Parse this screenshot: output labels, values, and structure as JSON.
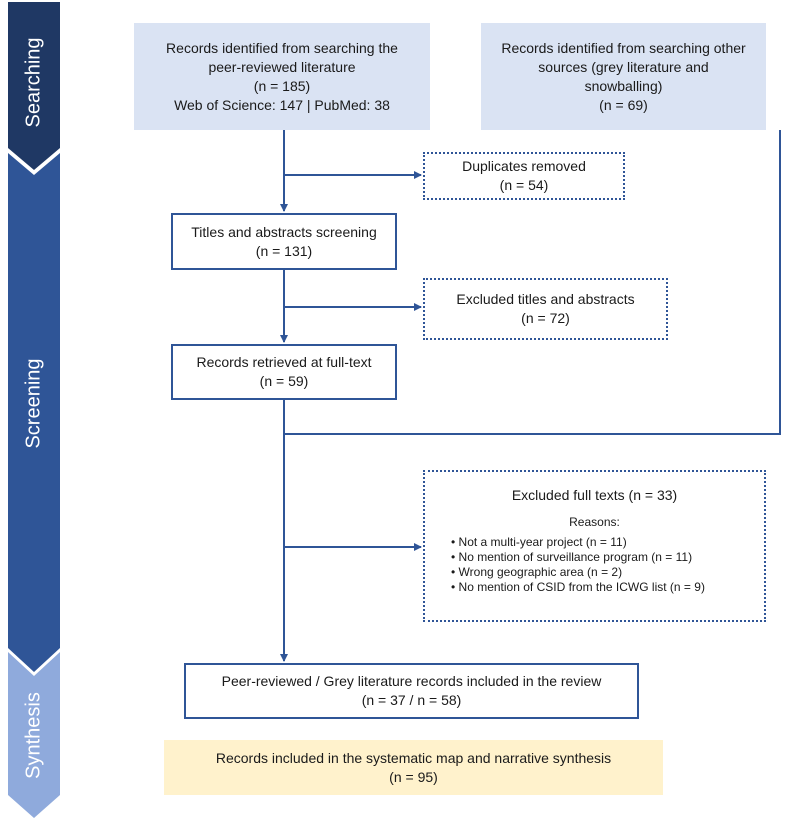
{
  "colors": {
    "searching": "#1f3864",
    "screening": "#2f5597",
    "synthesis": "#8faadc",
    "arrow": "#2f5597",
    "shaded_box": "#dae3f3",
    "final_box": "#fff2cc"
  },
  "stages": {
    "searching": "Searching",
    "screening": "Screening",
    "synthesis": "Synthesis"
  },
  "boxes": {
    "peer_reviewed": {
      "line1": "Records identified from searching the",
      "line2": "peer-reviewed literature",
      "line3": "(n = 185)",
      "line4": "Web of Science: 147 | PubMed: 38"
    },
    "other_sources": {
      "line1": "Records identified from searching other",
      "line2": "sources (grey literature and",
      "line3": "snowballing)",
      "line4": "(n = 69)"
    },
    "duplicates": {
      "line1": "Duplicates removed",
      "line2": "(n = 54)"
    },
    "titles_abstracts": {
      "line1": "Titles and abstracts screening",
      "line2": "(n = 131)"
    },
    "excluded_titles": {
      "line1": "Excluded titles and abstracts",
      "line2": "(n = 72)"
    },
    "full_text": {
      "line1": "Records retrieved at full-text",
      "line2": "(n = 59)"
    },
    "excluded_full": {
      "title": "Excluded full texts (n = 33)",
      "reasons_label": "Reasons:",
      "reasons": [
        "• Not a multi-year project (n = 11)",
        "• No mention of surveillance program (n = 11)",
        "• Wrong geographic area (n = 2)",
        "• No mention of CSID from the ICWG list (n = 9)"
      ]
    },
    "included_review": {
      "line1": "Peer-reviewed / Grey literature records included in the review",
      "line2": "(n = 37 / n = 58)"
    },
    "final": {
      "line1": "Records included in the systematic map and narrative synthesis",
      "line2": "(n = 95)"
    }
  }
}
